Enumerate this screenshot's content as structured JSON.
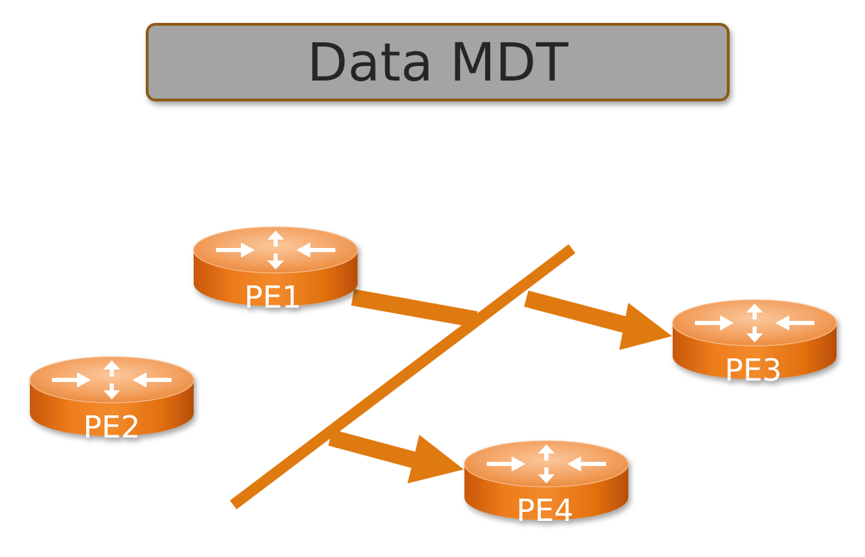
{
  "title": "Data MDT",
  "routers": {
    "pe1": {
      "label": "PE1",
      "icon": "router-icon"
    },
    "pe2": {
      "label": "PE2",
      "icon": "router-icon"
    },
    "pe3": {
      "label": "PE3",
      "icon": "router-icon"
    },
    "pe4": {
      "label": "PE4",
      "icon": "router-icon"
    }
  },
  "colors": {
    "title_fill": "#a4a4a4",
    "title_border": "#8c5a14",
    "title_text": "#262626",
    "router_orange": "#e87a1e",
    "tunnel_orange": "#df7a10",
    "label_text": "#ffffff"
  }
}
